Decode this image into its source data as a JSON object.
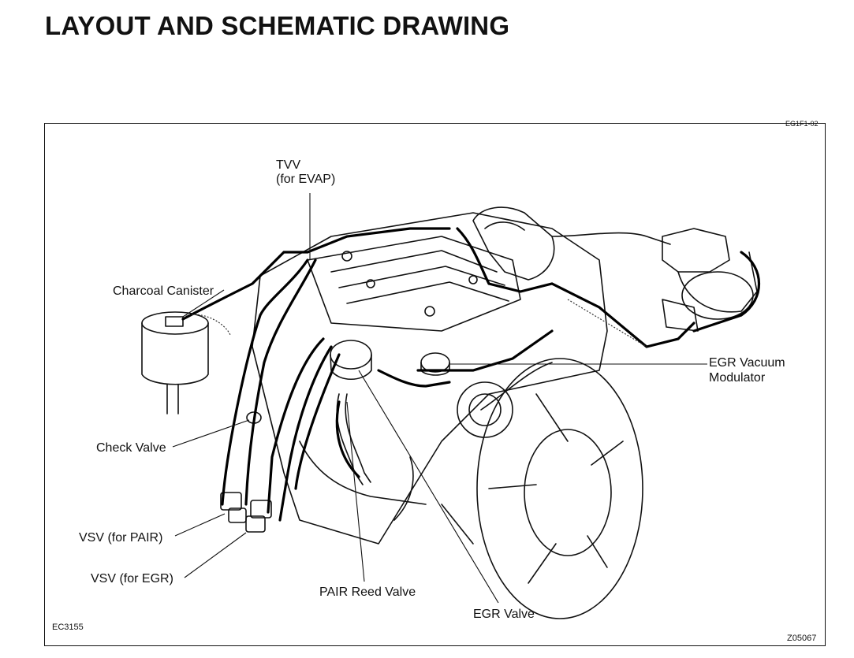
{
  "page": {
    "title": "LAYOUT AND SCHEMATIC DRAWING"
  },
  "figure": {
    "ref_top": "EG1F1-02",
    "ref_left": "EC3155",
    "ref_right": "Z05067",
    "labels": {
      "tvv_line1": "TVV",
      "tvv_line2": "(for EVAP)",
      "charcoal_canister": "Charcoal Canister",
      "egr_vacuum_modulator_line1": "EGR Vacuum",
      "egr_vacuum_modulator_line2": "Modulator",
      "check_valve": "Check Valve",
      "vsv_pair": "VSV (for PAIR)",
      "vsv_egr": "VSV (for EGR)",
      "pair_reed_valve": "PAIR Reed Valve",
      "egr_valve": "EGR Valve"
    }
  }
}
